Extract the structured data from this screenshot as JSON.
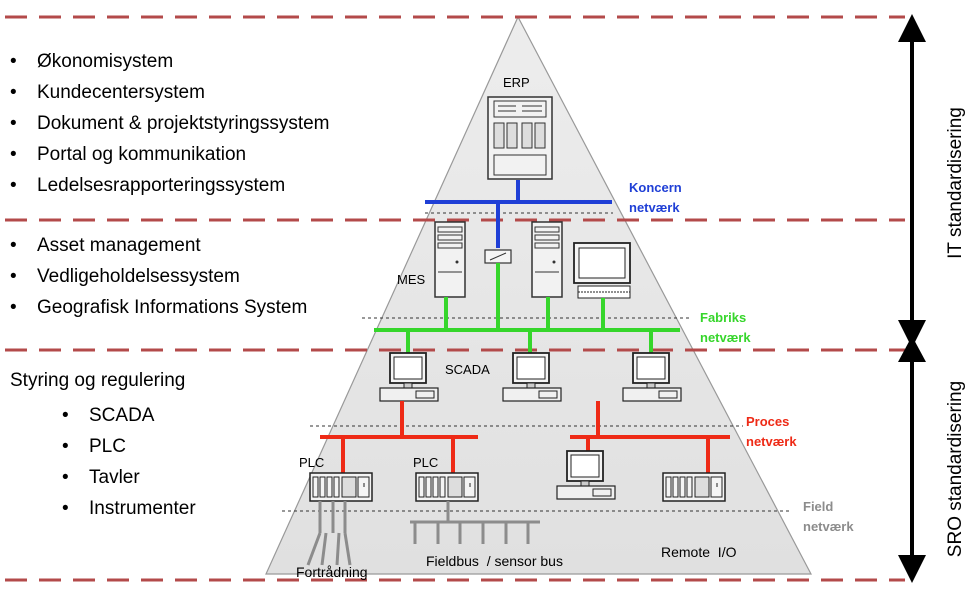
{
  "left_panel": {
    "group1": [
      "Økonomisystem",
      "Kundecentersystem",
      "Dokument & projektstyringssystem",
      "Portal og kommunikation",
      "Ledelsesrapporteringssystem"
    ],
    "group2": [
      "Asset management",
      "Vedligeholdelsessystem",
      "Geografisk Informations System"
    ],
    "group3_title": "Styring og regulering",
    "group3": [
      "SCADA",
      "PLC",
      "Tavler",
      "Instrumenter"
    ]
  },
  "pyramid": {
    "erp": "ERP",
    "mes": "MES",
    "scada": "SCADA",
    "plc_1": "PLC",
    "plc_2": "PLC",
    "fortradning": "Fortrådning",
    "fieldbus": "Fieldbus  / sensor bus",
    "remote_io": "Remote  I/O"
  },
  "networks": {
    "koncern": [
      "Koncern",
      "netværk"
    ],
    "fabriks": [
      "Fabriks",
      "netværk"
    ],
    "proces": [
      "Proces",
      "netværk"
    ],
    "field": [
      "Field",
      "netværk"
    ]
  },
  "right_axis": {
    "it": "IT standardisering",
    "sro": "SRO standardisering"
  },
  "colors": {
    "koncern": "#1f3fd6",
    "fabriks": "#36d62b",
    "proces": "#ee2a16",
    "field": "#8c8c8c",
    "separator": "#b34a4a",
    "pyramid_fill": "#e3e3e3"
  }
}
